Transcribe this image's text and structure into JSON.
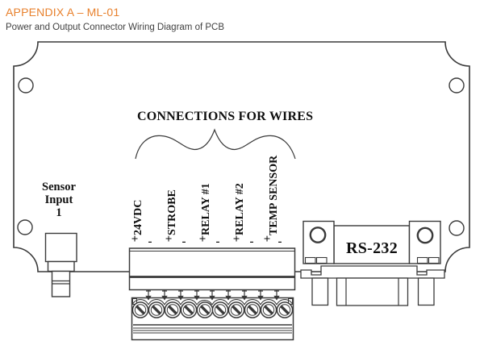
{
  "header": {
    "title": "APPENDIX A – ML-01",
    "subtitle": "Power and Output Connector Wiring Diagram of PCB"
  },
  "diagram": {
    "connections_label": "CONNECTIONS FOR WIRES",
    "sensor_input": {
      "line1": "Sensor",
      "line2": "Input",
      "line3": "1"
    },
    "terminals": [
      {
        "label": "24VDC",
        "plus": "+",
        "minus": "-"
      },
      {
        "label": "STROBE",
        "plus": "+",
        "minus": "-"
      },
      {
        "label": "RELAY #1",
        "plus": "+",
        "minus": "-"
      },
      {
        "label": "RELAY #2",
        "plus": "+",
        "minus": "-"
      },
      {
        "label": "TEMP SENSOR",
        "plus": "+",
        "minus": "-"
      }
    ],
    "rs232_label": "RS-232"
  },
  "colors": {
    "accent": "#e8812d",
    "line": "#3a3a3a",
    "text": "#404040"
  }
}
